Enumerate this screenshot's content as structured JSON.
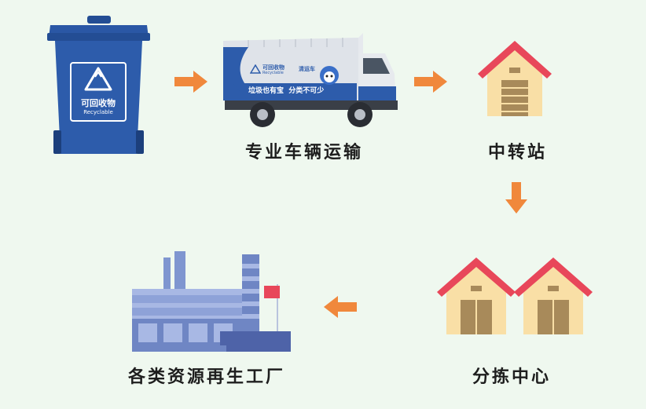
{
  "steps": {
    "bin": {
      "text": "可回收物",
      "sub": "Recyclable"
    },
    "truck": {
      "label": "专业车辆运输",
      "panel_title": "可回收物",
      "panel_sub": "Recyclable",
      "panel_side": "清运车",
      "slogan": "垃圾也有宝  分类不可少"
    },
    "transfer": {
      "label": "中转站"
    },
    "sorting": {
      "label": "分拣中心"
    },
    "factory": {
      "label": "各类资源再生工厂"
    }
  },
  "icons": {
    "recycle": "recycle-icon",
    "arrow": "arrow-icon",
    "house": "house-icon",
    "factory": "factory-icon"
  },
  "colors": {
    "background": "#eff8ef",
    "bin_blue": "#2d5cab",
    "arrow_orange": "#f0883c",
    "roof_red": "#e8475a",
    "wall_beige": "#f9dfa6",
    "door_brown": "#a88a5a",
    "factory_blue": "#6f86c4",
    "flag_red": "#e8475a"
  }
}
